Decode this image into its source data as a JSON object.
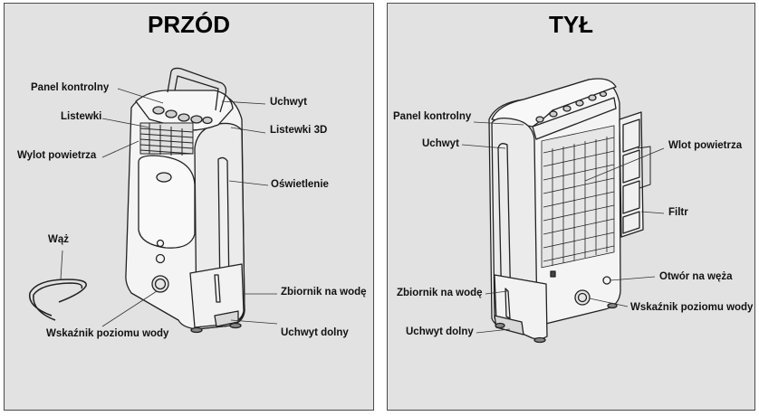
{
  "front": {
    "title": "PRZÓD",
    "labels": {
      "panel": "Panel kontrolny",
      "listewki": "Listewki",
      "wylot": "Wylot powietrza",
      "waz": "Wąż",
      "wskaznik": "Wskaźnik poziomu wody",
      "uchwyt": "Uchwyt",
      "listewki3d": "Listewki 3D",
      "oswietlenie": "Oświetlenie",
      "zbiornik": "Zbiornik na wodę",
      "uchwyt_dolny": "Uchwyt dolny"
    }
  },
  "back": {
    "title": "TYŁ",
    "labels": {
      "panel": "Panel kontrolny",
      "uchwyt": "Uchwyt",
      "wlot": "Wlot powietrza",
      "filtr": "Filtr",
      "otwor": "Otwór na węża",
      "zbiornik": "Zbiornik na wodę",
      "wskaznik": "Wskaźnik poziomu wody",
      "uchwyt_dolny": "Uchwyt dolny"
    }
  }
}
